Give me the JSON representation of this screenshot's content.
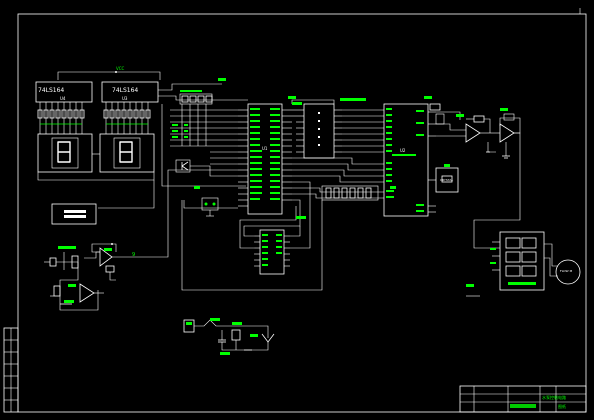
{
  "drawing": {
    "shift_register_1": "74LS164",
    "shift_register_2": "74LS164",
    "shift_register_1_ref": "U4",
    "shift_register_2_ref": "U3",
    "mcu_ref": "U1",
    "plc_ref": "U2",
    "top_label": "VCC",
    "crystal_label": "CRYSTAL",
    "pot_value": "9",
    "motor_label": "FLOW M",
    "title_block": {
      "title": "水泵控制电路",
      "subtitle": "图纸"
    }
  },
  "colors": {
    "background": "#000000",
    "wire": "#ffffff",
    "label": "#00ff00"
  }
}
